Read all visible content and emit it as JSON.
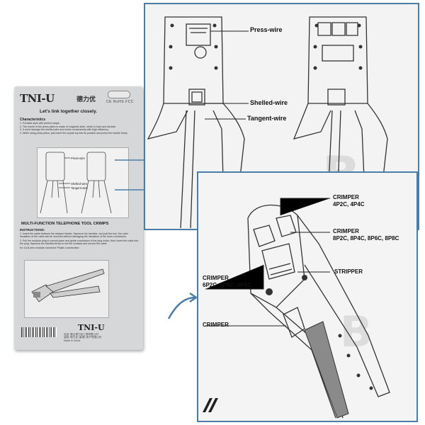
{
  "card": {
    "brand": "TNI-U",
    "brand_cn": "德力优",
    "certs": "CE  RoHS  FCC",
    "slogan": "Let's link together closely.",
    "characteristics_heading": "Characteristics",
    "characteristics": [
      "1. Portable style with perfect shape.",
      "2. The mouth of the press pliers is made of magnetic steel, which is hard and durable.",
      "3. It won't damage the shelled-wire and works conveniently with high efficiency.",
      "4. While using press pliers, just insert the crystal top into its position and press the handle firmly."
    ],
    "panel_labels": {
      "press": "Press-wire",
      "shelled": "Shelled-wire",
      "tangent": "Tangent-wire"
    },
    "product_title": "MULTI-FUNCTION TELEPHONE TOOL CRIMPS",
    "instructions_heading": "INSTRUCTIONS:",
    "instructions": [
      "1. Insert the cable between the stripper blades. Squeeze the handles, and pull the tool; the outer insulation of the cable will be removed without damaging the insulation of the inner conductors.",
      "2. Pull the modular plug in correct place and guide conductors of the plug under, then insert the cable into the plug. Squeeze the handles firmly to set the contacts and secure the cable.",
      "for 4,6,8 pins modular connector Plastic construction"
    ],
    "brand_bottom": "TNI-U",
    "footer": [
      "出品: 佛山德力优工具有限公司",
      "监制: 德力优 (香港) 电子有限公司",
      "Made in China"
    ]
  },
  "top_panel": {
    "labels": {
      "press": "Press-wire",
      "shelled": "Shelled-wire",
      "tangent": "Tangent-wire"
    }
  },
  "bottom_panel": {
    "crimper_4p": {
      "title": "CRIMPER",
      "sub": "4P2C, 4P4C"
    },
    "crimper_8p": {
      "title": "CRIMPER",
      "sub": "8P2C, 8P4C, 8P6C, 8P8C"
    },
    "stripper": "STRIPPER",
    "crimper_6p": {
      "title": "CRIMPER",
      "sub": "6P2C, 6P4C, 6P6C"
    },
    "crimper": "CRIMPER"
  },
  "colors": {
    "frame": "#4a7ea8",
    "card_bg": "#d6d7d9"
  }
}
